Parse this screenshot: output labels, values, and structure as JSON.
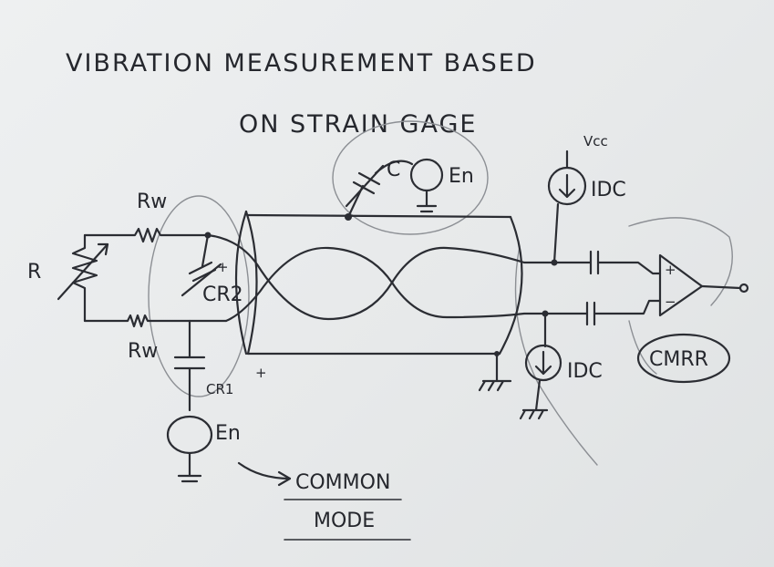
{
  "title": {
    "line1": "VIBRATION MEASUREMENT BASED",
    "line2": "ON STRAIN GAGE"
  },
  "labels": {
    "resistor": "R",
    "wire_r_top": "Rw",
    "wire_r_bottom": "Rw",
    "cap_top": "CR2",
    "cap_top_sign": "+",
    "cap_bottom": "CR1",
    "cap_bottom_sign": "+",
    "shield_cap": "C",
    "noise_top": "En",
    "noise_bottom": "En",
    "vcc": "Vcc",
    "current_top": "IDC",
    "current_bottom": "IDC",
    "opamp_plus": "+",
    "opamp_minus": "−",
    "cmrr": "CMRR",
    "common": "COMMON",
    "mode": "MODE"
  }
}
